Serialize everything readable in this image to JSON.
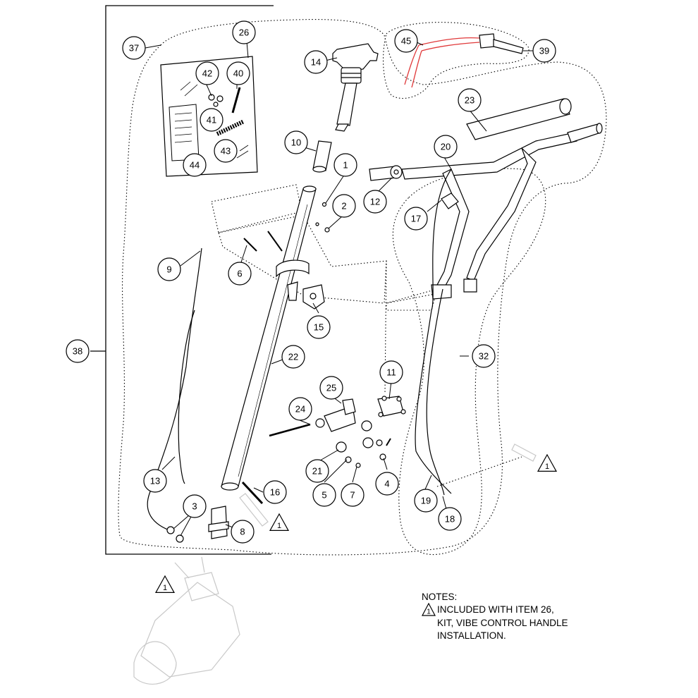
{
  "diagram": {
    "callouts": [
      {
        "id": "c1",
        "label": "1"
      },
      {
        "id": "c2",
        "label": "2"
      },
      {
        "id": "c3",
        "label": "3"
      },
      {
        "id": "c4",
        "label": "4"
      },
      {
        "id": "c5",
        "label": "5"
      },
      {
        "id": "c6",
        "label": "6"
      },
      {
        "id": "c7",
        "label": "7"
      },
      {
        "id": "c8",
        "label": "8"
      },
      {
        "id": "c9",
        "label": "9"
      },
      {
        "id": "c10",
        "label": "10"
      },
      {
        "id": "c11",
        "label": "11"
      },
      {
        "id": "c12",
        "label": "12"
      },
      {
        "id": "c13",
        "label": "13"
      },
      {
        "id": "c14",
        "label": "14"
      },
      {
        "id": "c15",
        "label": "15"
      },
      {
        "id": "c16",
        "label": "16"
      },
      {
        "id": "c17",
        "label": "17"
      },
      {
        "id": "c18",
        "label": "18"
      },
      {
        "id": "c19",
        "label": "19"
      },
      {
        "id": "c20",
        "label": "20"
      },
      {
        "id": "c21",
        "label": "21"
      },
      {
        "id": "c22",
        "label": "22"
      },
      {
        "id": "c23",
        "label": "23"
      },
      {
        "id": "c24",
        "label": "24"
      },
      {
        "id": "c25",
        "label": "25"
      },
      {
        "id": "c26",
        "label": "26"
      },
      {
        "id": "c32",
        "label": "32"
      },
      {
        "id": "c37",
        "label": "37"
      },
      {
        "id": "c38",
        "label": "38"
      },
      {
        "id": "c39",
        "label": "39"
      },
      {
        "id": "c40",
        "label": "40"
      },
      {
        "id": "c41",
        "label": "41"
      },
      {
        "id": "c42",
        "label": "42"
      },
      {
        "id": "c43",
        "label": "43"
      },
      {
        "id": "c44",
        "label": "44"
      },
      {
        "id": "c45",
        "label": "45"
      }
    ],
    "note_markers": [
      {
        "id": "n1",
        "label": "1"
      },
      {
        "id": "n2",
        "label": "1"
      },
      {
        "id": "n3",
        "label": "1"
      }
    ]
  },
  "notes": {
    "heading": "NOTES:",
    "marker_label": "1",
    "line1": "INCLUDED WITH ITEM 26,",
    "line2": "KIT, VIBE CONTROL HANDLE",
    "line3": "INSTALLATION."
  },
  "colors": {
    "line": "#000000",
    "harness": "#e0393a",
    "ghost": "#c8c8c8"
  }
}
